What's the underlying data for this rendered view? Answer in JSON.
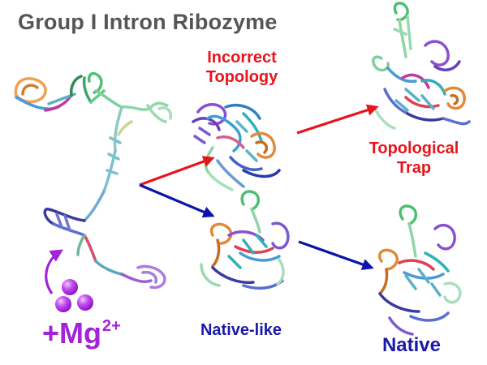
{
  "title": "Group I Intron Ribozyme",
  "states": {
    "incorrect_topology": "Incorrect\nTopology",
    "topological_trap": "Topological\nTrap",
    "native_like": "Native-like",
    "native": "Native"
  },
  "ion": {
    "label": "+Mg",
    "charge": "2+"
  },
  "colors": {
    "misfolding_pathway": "#e8141c",
    "folding_pathway": "#0b14a8",
    "magnesium": "#a324d8",
    "title": "#555555"
  }
}
